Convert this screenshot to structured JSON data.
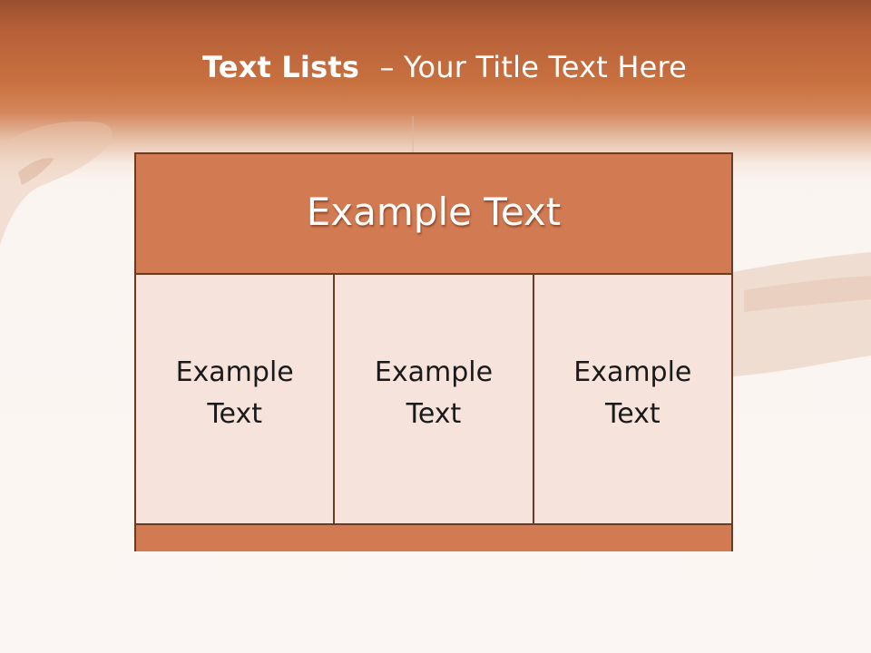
{
  "slide": {
    "title_bold": "Text Lists",
    "title_separator": "–",
    "title_rest": "Your Title Text Here"
  },
  "panel": {
    "header_text": "Example Text",
    "cells": [
      {
        "text": "Example Text"
      },
      {
        "text": "Example Text"
      },
      {
        "text": "Example Text"
      }
    ]
  },
  "colors": {
    "accent": "#d27b52",
    "header_dark": "#9a4f2e",
    "border": "#6b3a22",
    "cell_fill": "#f6e4dc",
    "background": "#fbf5f1"
  }
}
